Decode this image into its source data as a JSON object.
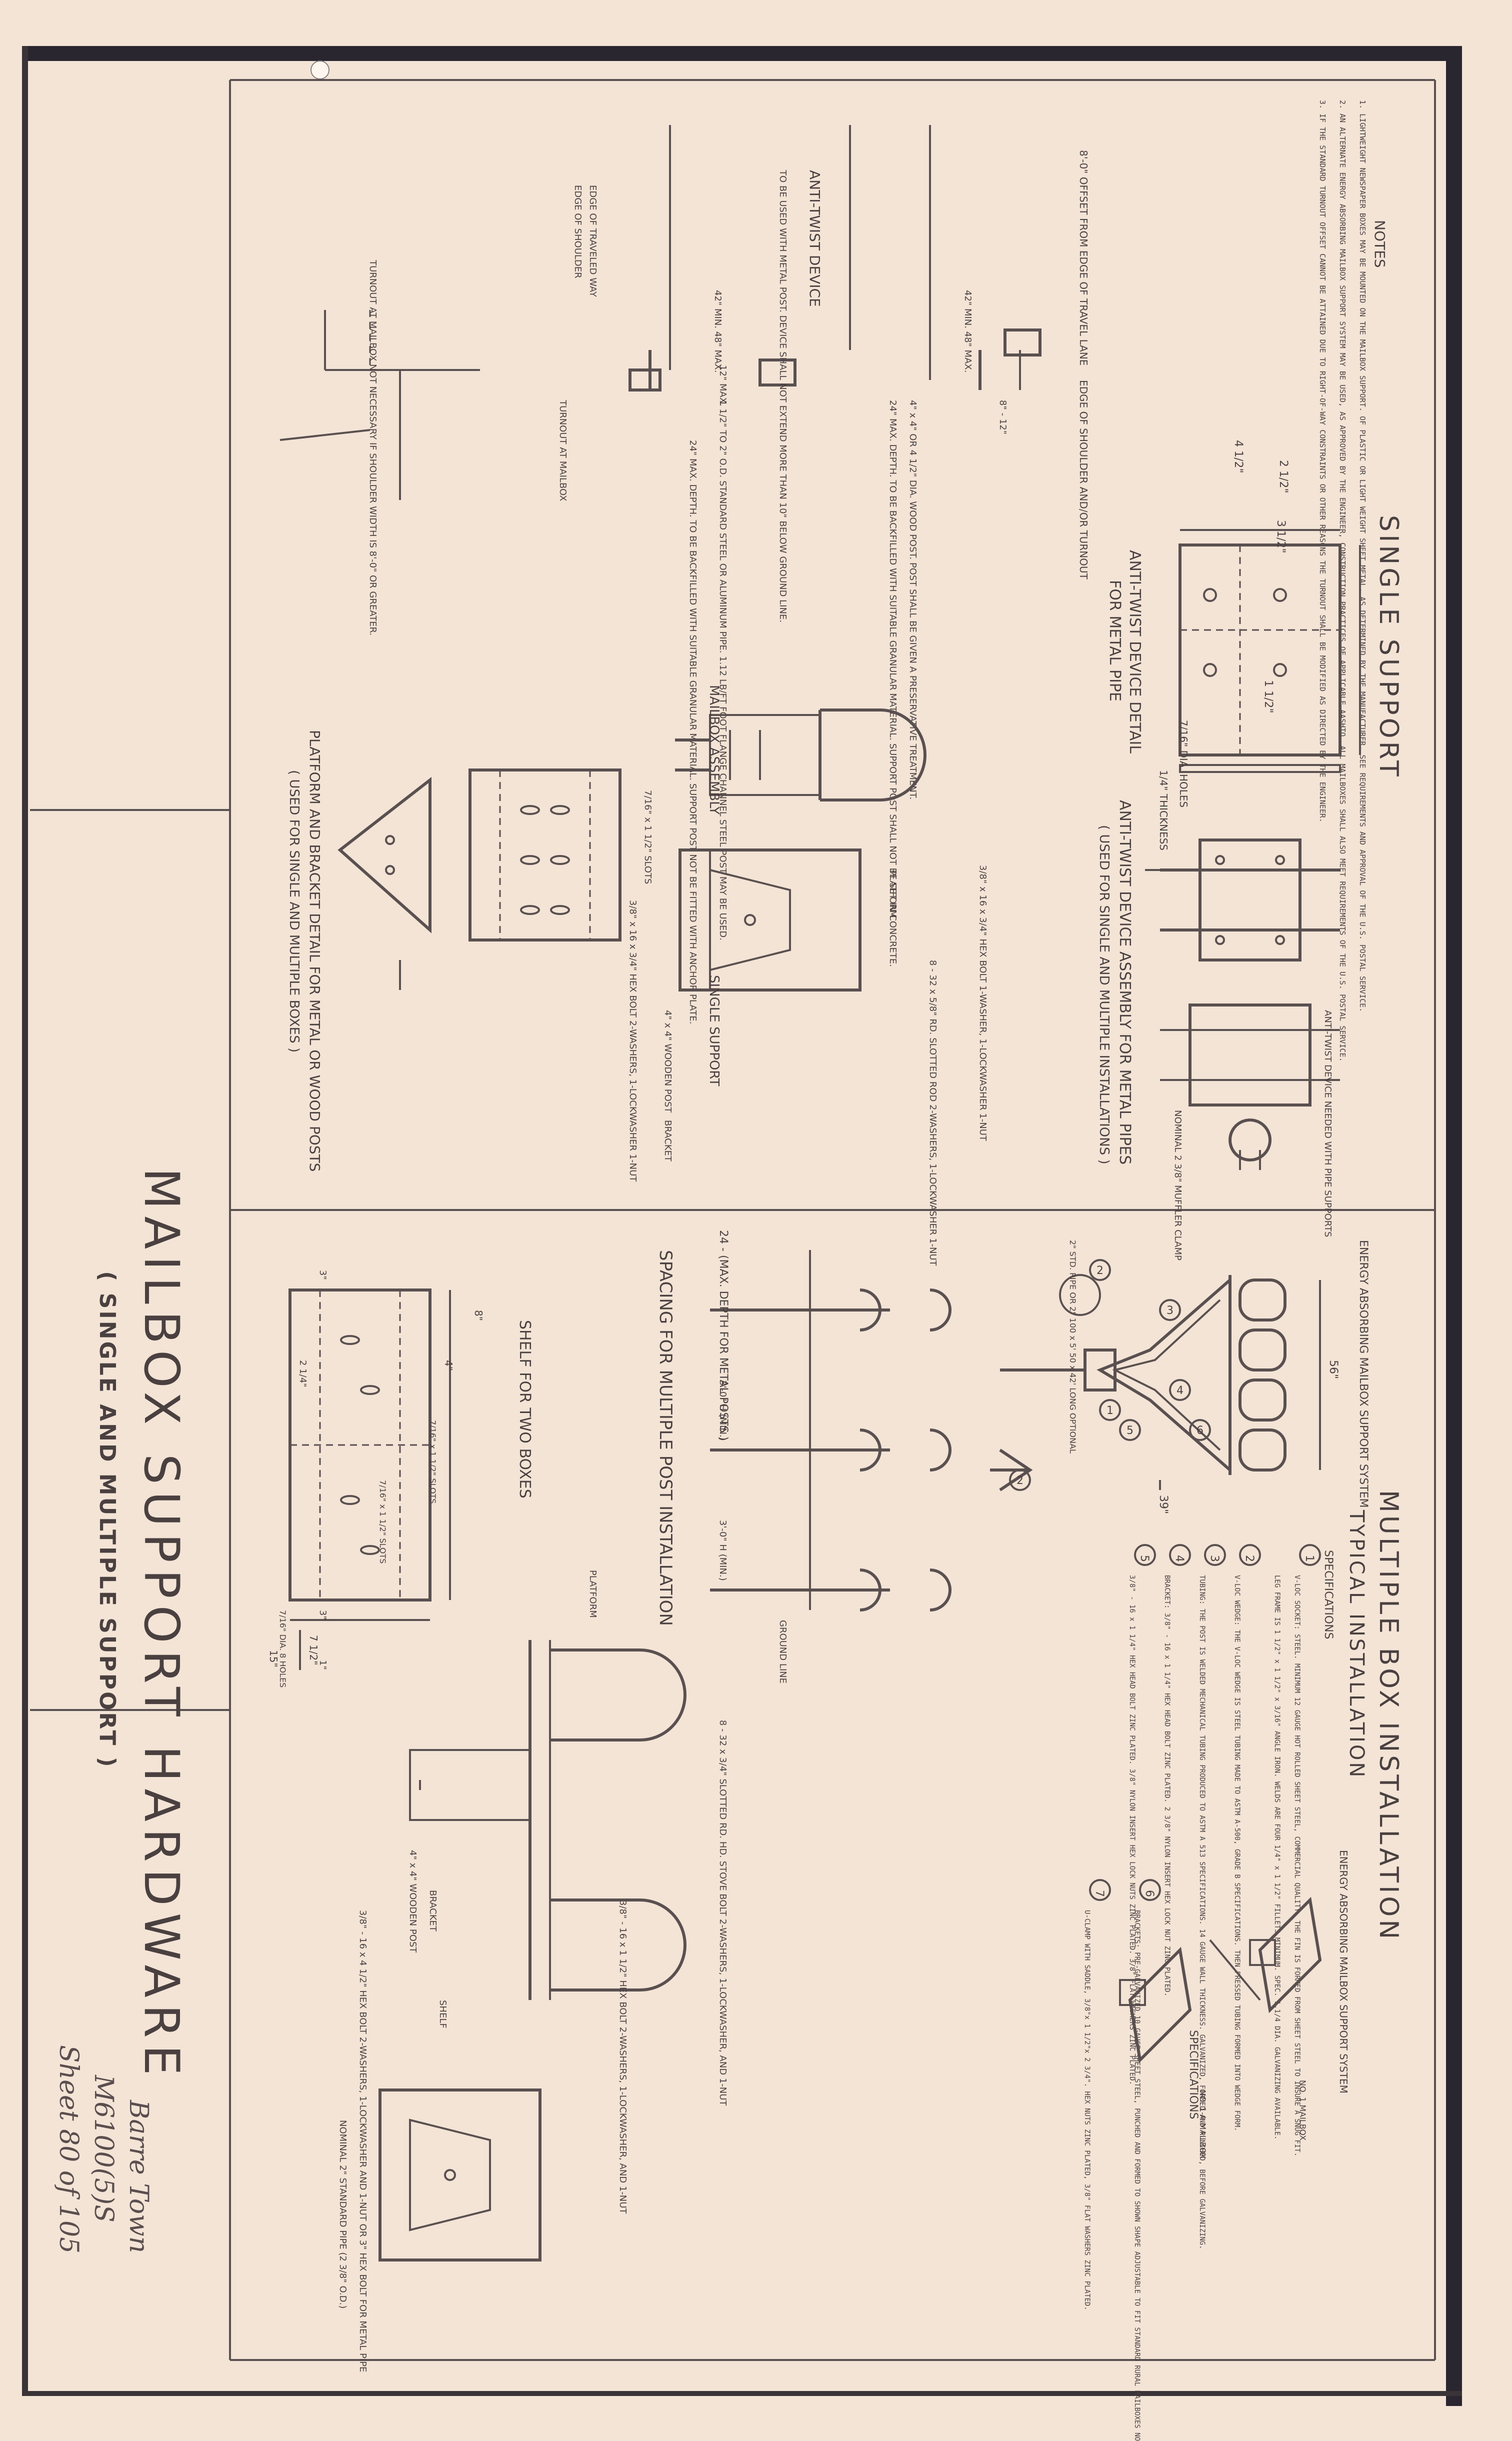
{
  "title": {
    "main": "MAILBOX SUPPORT HARDWARE",
    "sub": "( SINGLE AND MULTIPLE SUPPORT )"
  },
  "handwritten": {
    "line1": "Barre Town",
    "line2": "M6100(5)S",
    "line3": "Sheet 80 of 105"
  },
  "single_support": {
    "heading": "SINGLE SUPPORT",
    "anti_twist_detail": "ANTI-TWIST DEVICE DETAIL",
    "anti_twist_detail_sub": "FOR METAL PIPE",
    "anti_twist_assembly": "ANTI-TWIST DEVICE ASSEMBLY FOR METAL PIPES",
    "anti_twist_assembly_sub": "( USED FOR SINGLE AND MULTIPLE INSTALLATIONS )",
    "anti_twist_device": "ANTI-TWIST DEVICE",
    "mailbox_assembly": "MAILBOX ASSEMBLY",
    "single_support_label": "SINGLE SUPPORT",
    "platform_bracket": "PLATFORM AND BRACKET DETAIL FOR METAL OR WOOD POSTS",
    "platform_bracket_sub": "( USED FOR SINGLE AND MULTIPLE BOXES )",
    "offset_note": "8'-0\" OFFSET FROM EDGE OF TRAVEL LANE",
    "edge_shoulder": "EDGE OF SHOULDER AND/OR TURNOUT",
    "edge_traveled": "EDGE OF TRAVELED WAY",
    "edge_of_shoulder": "EDGE OF SHOULDER",
    "turnout_note": "TURNOUT AT MAILBOX NOT NECESSARY IF SHOULDER WIDTH IS 8'-0\" OR GREATER.",
    "turnout_label": "TURNOUT AT MAILBOX",
    "wood_post_note": "4\" x 4\" OR 4 1/2\" DIA. WOOD POST. POST SHALL BE GIVEN A PRESERVATIVE TREATMENT.",
    "depth_note": "24\" MAX. DEPTH. TO BE BACKFILLED WITH SUITABLE GRANULAR MATERIAL. SUPPORT POST SHALL NOT BE SET IN CONCRETE.",
    "pipe_note": "1 1/2\" TO 2\" O.D. STANDARD STEEL OR ALUMINUM PIPE. 1.12 LB/FT FOOT FLANGE CHANNEL STEEL POST MAY BE USED.",
    "depth_note2": "24\" MAX. DEPTH. TO BE BACKFILLED WITH SUITABLE GRANULAR MATERIAL. SUPPORT POST NOT BE FITTED WITH ANCHOR PLATE.",
    "anti_twist_note": "TO BE USED WITH METAL POST. DEVICE SHALL NOT EXTEND MORE THAN 10\" BELOW GROUND LINE.",
    "height_42": "42\" MIN. 48\" MAX.",
    "dim_8_12": "8\" - 12\"",
    "dim_12": "12\" MAX.",
    "thickness": "1/4\" THICKNESS",
    "holes": "7/16\" DIA. HOLES",
    "dim_3_5": "3 1/2\"",
    "dim_2_5": "2 1/2\"",
    "dim_4_5": "4 1/2\"",
    "dim_1_5": "1 1/2\"",
    "nominal_clamp": "NOMINAL 2 3/8\" MUFFLER CLAMP",
    "anti_twist_needed": "ANTI-TWIST DEVICE NEEDED WITH PIPE SUPPORTS",
    "platform": "PLATFORM",
    "bracket": "BRACKET",
    "wooden_post": "4\" x 4\" WOODEN POST",
    "bolt_note": "3/8\" x 16 x 3/4\" HEX BOLT 1-WASHER, 1-LOCKWASHER 1-NUT",
    "slot_note": "8 - 32 x 5/8\" RD. SLOTTED ROD 2-WASHERS, 1-LOCKWASHER 1-NUT",
    "hex_bolt": "3/8\" x 16 x 3/4\" HEX BOLT 2-WASHERS, 1-LOCKWASHER 1-NUT",
    "slots": "7/16\" x 1 1/2\" SLOTS"
  },
  "multiple_box": {
    "heading": "MULTIPLE BOX INSTALLATION",
    "typical": "TYPICAL INSTALLATION",
    "specifications": "SPECIFICATIONS",
    "specifications2": "SPECIFICATIONS",
    "energy_system": "ENERGY ABSORBING MAILBOX SUPPORT SYSTEM",
    "energy_system2": "ENERGY ABSORBING MAILBOX SUPPORT SYSTEM",
    "dim_56": "56\"",
    "dim_39": "39\"",
    "spacing": "SPACING FOR MULTIPLE POST INSTALLATION",
    "max_depth": "24 - (MAX. DEPTH FOR METAL POSTS )",
    "min_3": "3'-0\" H (MIN.)",
    "min_3b": "3'-0\" H (MIN.)",
    "ground_line": "GROUND LINE",
    "shelf": "SHELF FOR TWO BOXES",
    "dim_8": "8\"",
    "dim_4": "4\"",
    "dim_7_5": "7 1/2\"",
    "dim_15": "15\"",
    "dim_3a": "3\"",
    "dim_3b": "3\"",
    "dim_2_25": "2 1/4\"",
    "dim_1": "1\"",
    "slots2": "7/16\" x 1 1/2\" SLOTS",
    "slots3": "7/16\" x 1 1/2\" SLOTS",
    "holes8": "7/16\" DIA. 8 HOLES",
    "platform": "PLATFORM",
    "slotted": "8 - 32 x 3/4\" SLOTTED RD. HD. STOVE BOLT 2-WASHERS, 1-LOCKWASHER, AND 1-NUT",
    "hex_bolt": "3/8\" - 16 x 1 1/2\" HEX BOLT 2-WASHERS, 1-LOCKWASHER, AND 1-NUT",
    "wooden_post": "4\" x 4\" WOODEN POST",
    "shelf_label": "SHELF",
    "bracket": "BRACKET",
    "metal_pipe": "3/8\" - 16 x 4 1/2\" HEX BOLT 2-WASHERS, 1-LOCKWASHER AND 1-NUT OR 3\" HEX BOLT FOR METAL PIPE",
    "nominal_pipe": "NOMINAL 2\" STANDARD PIPE (2 3/8\" O.D.)",
    "steel_pipe_option": "2\" STD. PIPE OR 2\" 100 x 5' 50 x 42' LONG OPTIONAL",
    "spec_1": "V-LOC SOCKET: STEEL. MINIMUM 12 GAUGE HOT ROLLED SHEET STEEL, COMMERCIAL QUALITY. THE FIN IS FORMED FROM SHEET STEEL TO INSURE A SNUG FIT.",
    "spec_1b": "LEG FRAME IS 1 1/2\" x 1 1/2\" x 3/16\" ANGLE IRON. WELDS ARE FOUR 1/4\" x 1 1/2\" FILLETS MINIMUM. SPEC. 1.1/4 DIA. GALVANIZING AVAILABLE.",
    "spec_2": "V-LOC WEDGE: THE V-LOC WEDGE IS STEEL TUBING MADE TO ASTM A-500, GRADE B SPECIFICATIONS. THEN PRESSED TUBING FORMED INTO WEDGE FORM.",
    "spec_3": "TUBING: THE POST IS WELDED MECHANICAL TUBING PRODUCED TO ASTM A 513 SPECIFICATIONS. 14 GAUGE WALL THICKNESS. GALVANIZED, FORMED AND PUNCHED, BEFORE GALVANIZING.",
    "spec_4": "BRACKET: 3/8\" - 16 x 1 1/4\" HEX HEAD BOLT ZINC PLATED. 2 3/8\" NYLON INSERT HEX LOCK NUT ZINC PLATED.",
    "spec_5": "3/8\" - 16 x 1 1/4\" HEX HEAD BOLT ZINC PLATED. 3/8\" NYLON INSERT HEX LOCK NUTS ZINC PLATED. 3/8\" FLAT WASHERS ZINC PLATED.",
    "spec_6": "BRACKETS: PRE-GALVANIZED 10 GAUGE SHEET STEEL, PUNCHED AND FORMED TO SHOWN SHAPE ADJUSTABLE TO FIT STANDARD RURAL MAILBOXES NO.1,2 & NO. 1A.",
    "spec_7": "U-CLAMP WITH SADDLE, 3/8\"x 1 1/2\"x 2 3/4\". HEX NUTS ZINC PLATED, 3/8\" FLAT WASHERS ZINC PLATED.",
    "no1": "NO. 1 MAILBOX",
    "no1a": "NO. 1-A MAILBOX",
    "n1": "1",
    "n2": "2",
    "n3": "3",
    "n4": "4",
    "n5": "5",
    "n6": "6",
    "n7": "7"
  },
  "notes": {
    "heading": "NOTES",
    "n1": "1. LIGHTWEIGHT NEWSPAPER BOXES MAY BE MOUNTED ON THE MAILBOX SUPPORT. OF PLASTIC OR LIGHT WEIGHT SHEET METAL, AS DETERMINED BY THE MANUFACTURER. SEE REQUIREMENTS AND APPROVAL OF THE U.S. POSTAL SERVICE.",
    "n2": "2. AN ALTERNATE ENERGY ABSORBING MAILBOX SUPPORT SYSTEM MAY BE USED, AS APPROVED BY THE ENGINEER, CONSTRUCTION PRACTICES OF APPLICABLE AASHTO. ALL MAILBOXES SHALL ALSO MEET REQUIREMENTS OF THE U.S. POSTAL SERVICE.",
    "n3": "3. IF THE STANDARD TURNOUT OFFSET CANNOT BE ATTAINED DUE TO RIGHT-OF-WAY CONSTRAINTS OR OTHER REASONS THE TURNOUT SHALL BE MODIFIED AS DIRECTED BY THE ENGINEER."
  }
}
